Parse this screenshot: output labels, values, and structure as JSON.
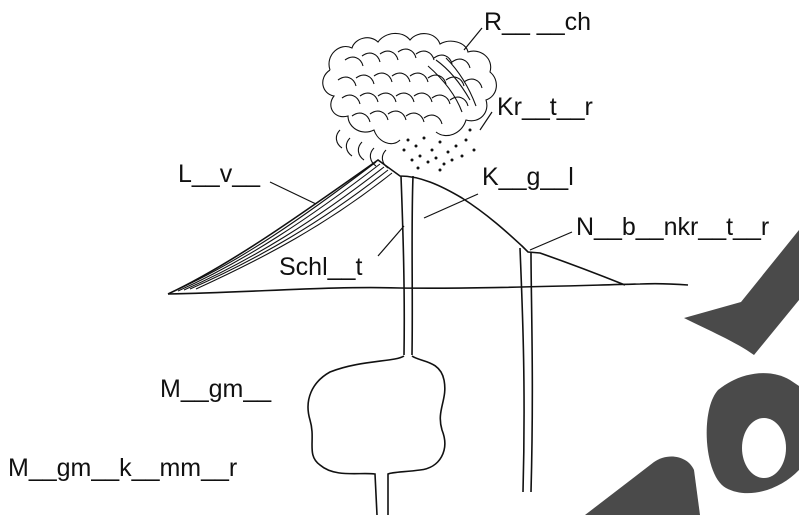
{
  "labels": {
    "rauch": "R__ __ch",
    "krater": "Kr__t__r",
    "lava": "L__v__",
    "kegel": "K__g__l",
    "nebenkrater": "N__b__nkr__t__r",
    "schlot": "Schl__t",
    "magma": "M__gm__",
    "magmakammer": "M__gm__k__mm__r"
  },
  "watermark": "ad",
  "colors": {
    "ink": "#111111",
    "watermark": "#4a4a4a",
    "background": "#ffffff"
  }
}
